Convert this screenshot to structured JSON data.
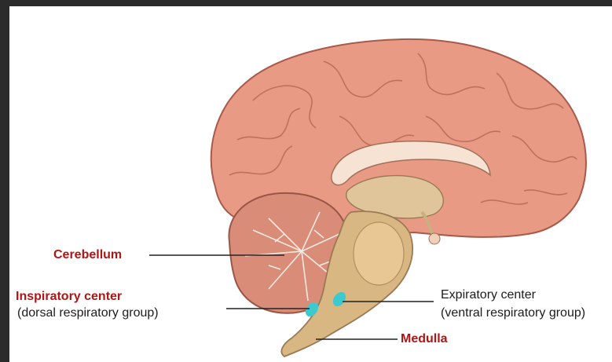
{
  "labels": {
    "cerebellum": "Cerebellum",
    "inspiratory_title": "Inspiratory center",
    "inspiratory_sub": "(dorsal respiratory group)",
    "expiratory_title": "Expiratory center",
    "expiratory_sub": "(ventral respiratory group)",
    "medulla": "Medulla"
  },
  "colors": {
    "structure_label": "#b01515",
    "center_label": "#1c1c1c",
    "respiratory_center": "#3ec9cf",
    "cerebrum": "#e89a85",
    "brainstem": "#d9b783"
  }
}
